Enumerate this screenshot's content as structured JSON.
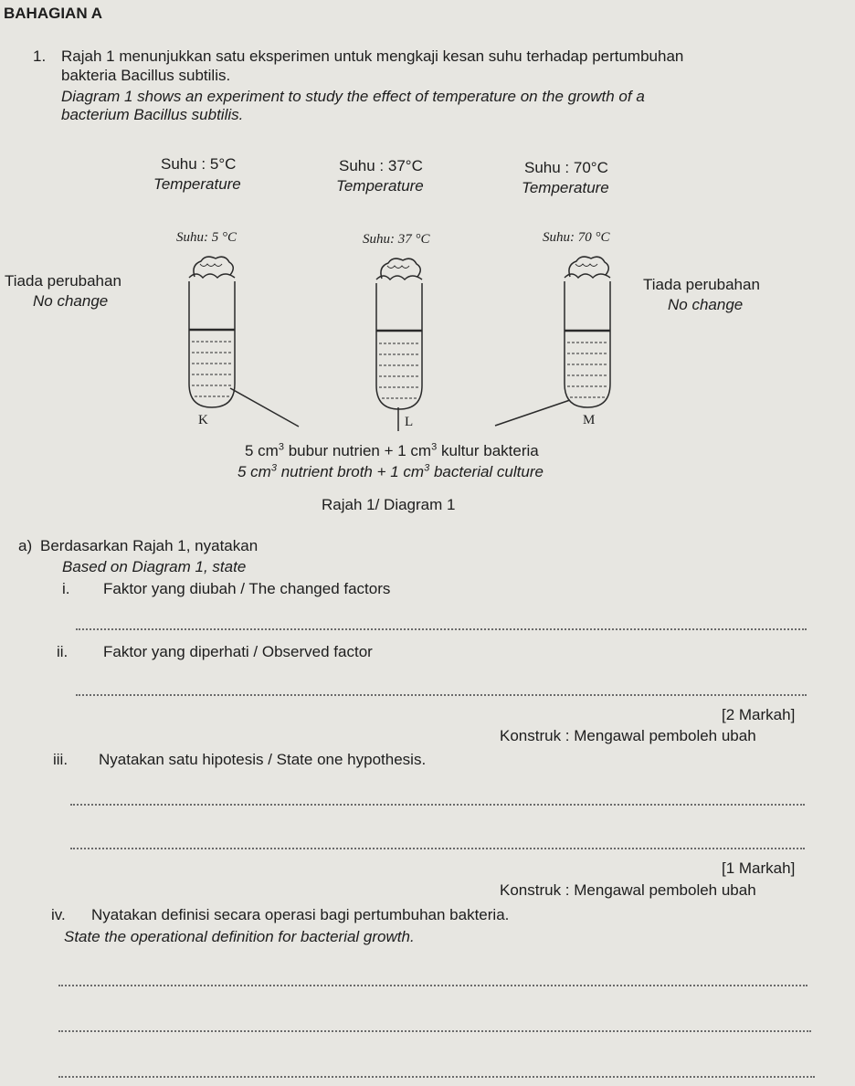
{
  "section_title": "BAHAGIAN A",
  "q1": {
    "number": "1.",
    "malay_line1": "Rajah 1 menunjukkan satu eksperimen untuk mengkaji kesan suhu terhadap  pertumbuhan",
    "malay_line2": "bakteria Bacillus subtilis.",
    "english_line1": "Diagram 1 shows an experiment to study the effect of temperature on the growth of a",
    "english_line2": "bacterium Bacillus subtilis."
  },
  "diagram": {
    "temps": [
      {
        "malay": "Suhu : 5°C",
        "english": "Temperature",
        "hand": "Suhu: 5 °C",
        "tube_label": "K"
      },
      {
        "malay": "Suhu : 37°C",
        "english": "Temperature",
        "hand": "Suhu: 37 °C",
        "tube_label": "L"
      },
      {
        "malay": "Suhu : 70°C",
        "english": "Temperature",
        "hand": "Suhu: 70 °C",
        "tube_label": "M"
      }
    ],
    "left_note": {
      "malay": "Tiada perubahan",
      "english": "No change"
    },
    "right_note": {
      "malay": "Tiada perubahan",
      "english": "No change"
    },
    "contents_malay_a": "5 cm",
    "contents_malay_b": " bubur nutrien + 1 cm",
    "contents_malay_c": " kultur bakteria",
    "contents_english_a": "5 cm",
    "contents_english_b": " nutrient broth + 1 cm",
    "contents_english_c": " bacterial culture",
    "superscript": "3",
    "caption": "Rajah 1/ Diagram 1"
  },
  "part_a": {
    "label": "a)",
    "malay": "Berdasarkan Rajah 1, nyatakan",
    "english": "Based on Diagram 1, state",
    "i_num": "i.",
    "i_text": "Faktor yang diubah / The changed factors",
    "ii_num": "ii.",
    "ii_text": "Faktor yang diperhati / Observed factor",
    "marks_2": "[2 Markah]",
    "construct_1": "Konstruk : Mengawal pemboleh ubah",
    "iii_num": "iii.",
    "iii_text": "Nyatakan satu hipotesis / State one hypothesis.",
    "marks_1": "[1 Markah]",
    "construct_2": "Konstruk : Mengawal pemboleh ubah",
    "iv_num": "iv.",
    "iv_malay": "Nyatakan definisi secara operasi bagi pertumbuhan bakteria.",
    "iv_english": "State the operational definition for bacterial growth."
  }
}
